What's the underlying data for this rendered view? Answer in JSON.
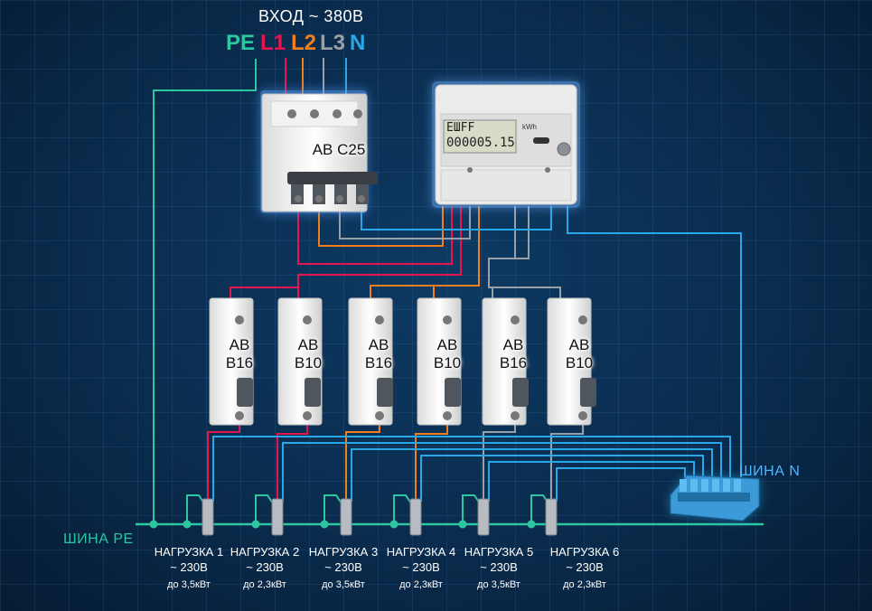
{
  "title": "ВХОД ~ 380В",
  "phases": [
    {
      "label": "PE",
      "color": "#2cc6a0"
    },
    {
      "label": "L1",
      "color": "#e8144f"
    },
    {
      "label": "L2",
      "color": "#f07f1c"
    },
    {
      "label": "L3",
      "color": "#9aa0a8"
    },
    {
      "label": "N",
      "color": "#2aa7e6"
    }
  ],
  "main_breaker": {
    "label": "АВ С25"
  },
  "meter": {
    "display_top": "ЕШFF",
    "display_value": "000005.15",
    "unit": "kWh"
  },
  "breakers": [
    {
      "line1": "АВ",
      "line2": "В16"
    },
    {
      "line1": "АВ",
      "line2": "В10"
    },
    {
      "line1": "АВ",
      "line2": "В16"
    },
    {
      "line1": "АВ",
      "line2": "В10"
    },
    {
      "line1": "АВ",
      "line2": "В16"
    },
    {
      "line1": "АВ",
      "line2": "В10"
    }
  ],
  "bus_n": {
    "label": "ШИНА N"
  },
  "bus_pe": {
    "label": "ШИНА PE"
  },
  "loads": [
    {
      "name": "НАГРУЗКА 1",
      "voltage": "~ 230В",
      "power": "до 3,5кВт"
    },
    {
      "name": "НАГРУЗКА 2",
      "voltage": "~ 230В",
      "power": "до 2,3кВт"
    },
    {
      "name": "НАГРУЗКА 3",
      "voltage": "~ 230В",
      "power": "до 3,5кВт"
    },
    {
      "name": "НАГРУЗКА 4",
      "voltage": "~ 230В",
      "power": "до 2,3кВт"
    },
    {
      "name": "НАГРУЗКА 5",
      "voltage": "~ 230В",
      "power": "до 3,5кВт"
    },
    {
      "name": "НАГРУЗКА 6",
      "voltage": "~ 230В",
      "power": "до 2,3кВт"
    }
  ]
}
